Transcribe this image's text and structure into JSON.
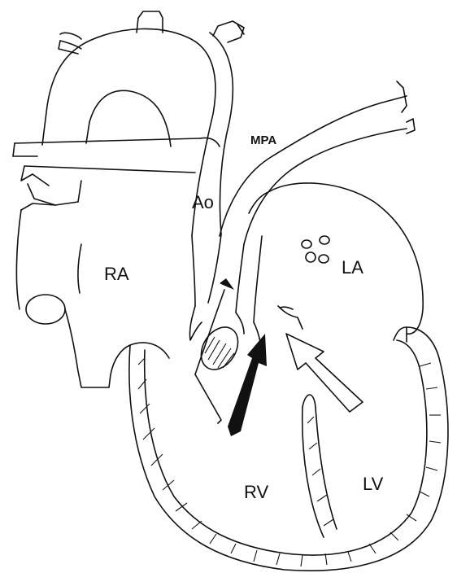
{
  "labels": {
    "ao": "Ao",
    "mpa": "MPA",
    "ra": "RA",
    "la": "LA",
    "rv": "RV",
    "lv": "LV"
  },
  "colors": {
    "ink": "#111111",
    "background": "#ffffff"
  }
}
